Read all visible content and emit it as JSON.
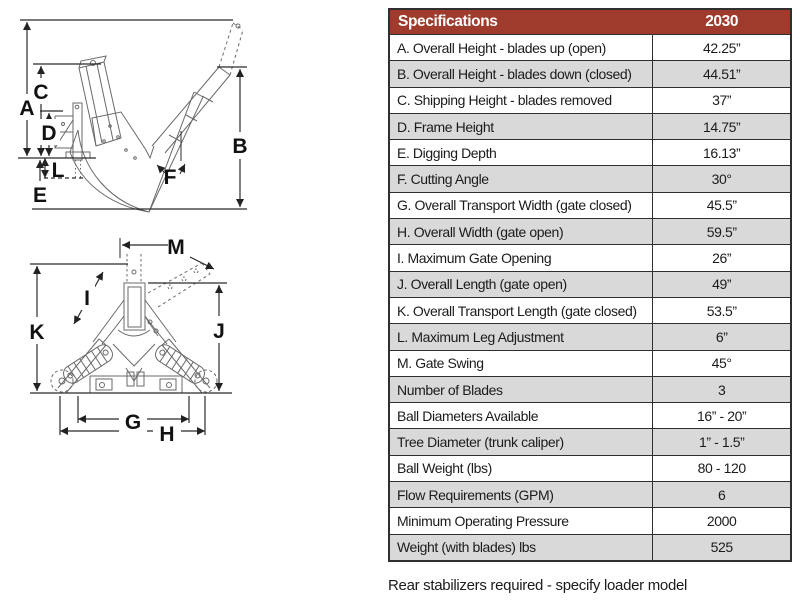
{
  "diagrams": {
    "side_view": {
      "labels": {
        "A": "A",
        "B": "B",
        "C": "C",
        "D": "D",
        "E": "E",
        "F": "F",
        "L": "L"
      }
    },
    "front_view": {
      "labels": {
        "G": "G",
        "H": "H",
        "I": "I",
        "J": "J",
        "K": "K",
        "M": "M"
      }
    }
  },
  "spec_table": {
    "header": {
      "title": "Specifications",
      "model": "2030"
    },
    "rows": [
      {
        "label": "A. Overall Height - blades up (open)",
        "value": "42.25”"
      },
      {
        "label": "B. Overall Height - blades down (closed)",
        "value": "44.51”"
      },
      {
        "label": "C. Shipping Height - blades removed",
        "value": "37”"
      },
      {
        "label": "D. Frame Height",
        "value": "14.75”"
      },
      {
        "label": "E. Digging Depth",
        "value": "16.13”"
      },
      {
        "label": "F. Cutting Angle",
        "value": "30°"
      },
      {
        "label": "G. Overall Transport Width (gate closed)",
        "value": "45.5”"
      },
      {
        "label": "H. Overall Width (gate open)",
        "value": "59.5”"
      },
      {
        "label": "I. Maximum Gate Opening",
        "value": "26”"
      },
      {
        "label": "J. Overall Length (gate open)",
        "value": "49”"
      },
      {
        "label": "K. Overall Transport Length (gate closed)",
        "value": "53.5”"
      },
      {
        "label": "L. Maximum Leg Adjustment",
        "value": "6”"
      },
      {
        "label": "M. Gate Swing",
        "value": "45°"
      },
      {
        "label": "Number of Blades",
        "value": "3"
      },
      {
        "label": "Ball Diameters Available",
        "value": "16” - 20”"
      },
      {
        "label": "Tree Diameter (trunk caliper)",
        "value": "1” - 1.5”"
      },
      {
        "label": "Ball Weight (lbs)",
        "value": "80 - 120"
      },
      {
        "label": "Flow Requirements (GPM)",
        "value": "6"
      },
      {
        "label": "Minimum Operating Pressure",
        "value": "2000"
      },
      {
        "label": "Weight (with blades) lbs",
        "value": "525"
      }
    ]
  },
  "footnote": "Rear stabilizers required - specify loader model",
  "colors": {
    "header_bg": "#9E3B2C",
    "header_text": "#FFFFFF",
    "row_alt": "#D9D9D9",
    "row_base": "#FFFFFF",
    "grid_border": "#2F2F2F",
    "line_art": "#6A6A6A",
    "dimension_lines": "#2B2B2B",
    "text": "#1B1B1B"
  }
}
